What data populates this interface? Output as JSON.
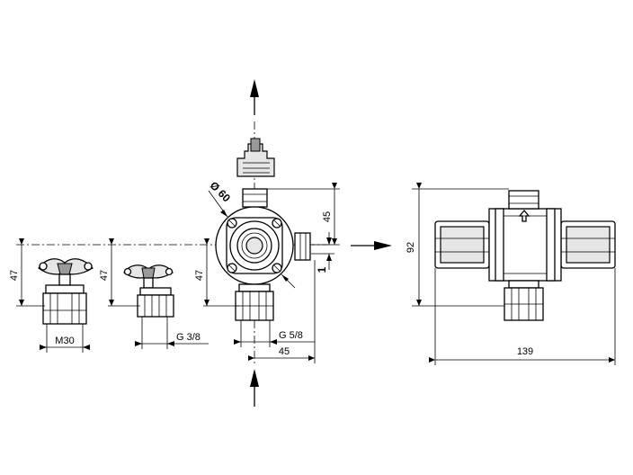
{
  "dimensions": {
    "valve_left_height": "47",
    "valve_left_thread": "M30",
    "valve_mid_height": "47",
    "valve_mid_thread": "G 3/8",
    "body_height": "47",
    "body_diameter": "Ø 60",
    "body_upper_height": "45",
    "body_offset": "1",
    "outlet_thread": "G 5/8",
    "body_width": "45",
    "side_height": "92",
    "side_length": "139"
  }
}
